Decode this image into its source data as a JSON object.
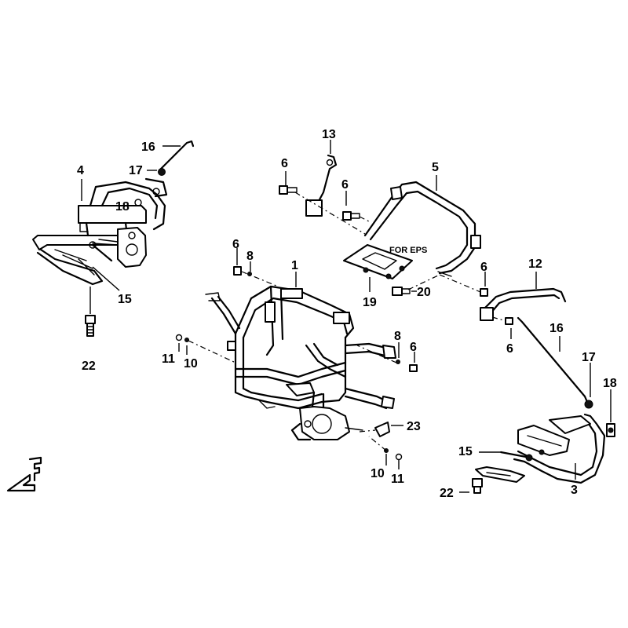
{
  "callouts": {
    "c1": "1",
    "c3": "3",
    "c4": "4",
    "c5": "5",
    "c6a": "6",
    "c6b": "6",
    "c6c": "6",
    "c6d": "6",
    "c6e": "6",
    "c6f": "6",
    "c8a": "8",
    "c8b": "8",
    "c10a": "10",
    "c10b": "10",
    "c11a": "11",
    "c11b": "11",
    "c12": "12",
    "c13": "13",
    "c15a": "15",
    "c15b": "15",
    "c16a": "16",
    "c16b": "16",
    "c17a": "17",
    "c17b": "17",
    "c18a": "18",
    "c18b": "18",
    "c19": "19",
    "c20": "20",
    "c22a": "22",
    "c22b": "22",
    "c23": "23"
  },
  "notes": {
    "for_eps": "FOR EPS"
  },
  "icons": {
    "front_arrow": "front-direction-arrow-icon"
  }
}
